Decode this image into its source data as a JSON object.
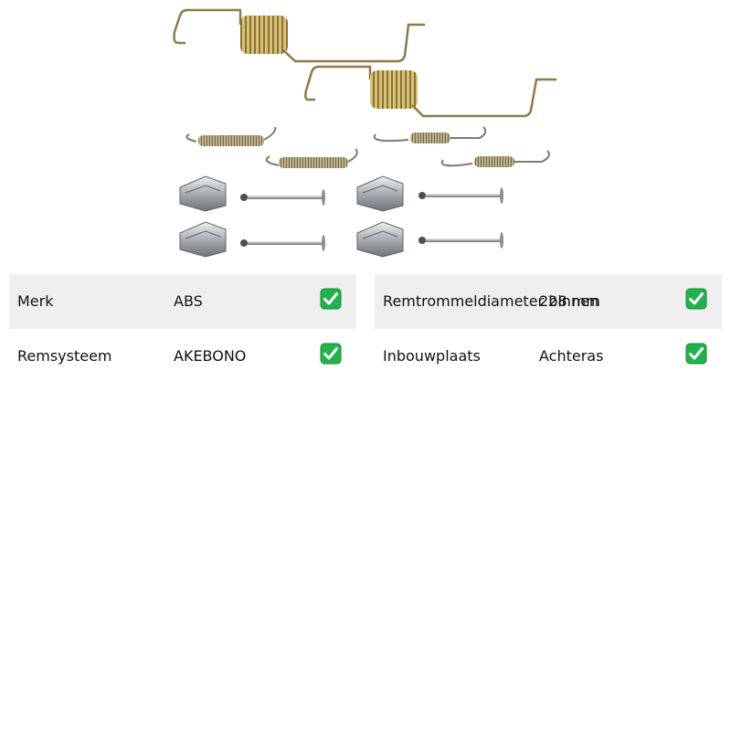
{
  "product_image": {
    "icon": "brake-shoe-spring-kit-image"
  },
  "specs_left": [
    {
      "label": "Merk",
      "value": "ABS",
      "check_icon": "check-mark-icon",
      "shaded": true
    },
    {
      "label": "Remsysteem",
      "value": "AKEBONO",
      "check_icon": "check-mark-icon",
      "shaded": false
    }
  ],
  "specs_right": [
    {
      "label": "Remtrommeldiameter binnen",
      "value": "228 mm",
      "check_icon": "check-mark-icon",
      "shaded": true
    },
    {
      "label": "Inbouwplaats",
      "value": "Achteras",
      "check_icon": "check-mark-icon",
      "shaded": false
    }
  ],
  "colors": {
    "row_shade": "#efefef",
    "check_green": "#22b14c",
    "spring_gold": "#b89a3a",
    "metal_grey": "#a9adb2"
  }
}
